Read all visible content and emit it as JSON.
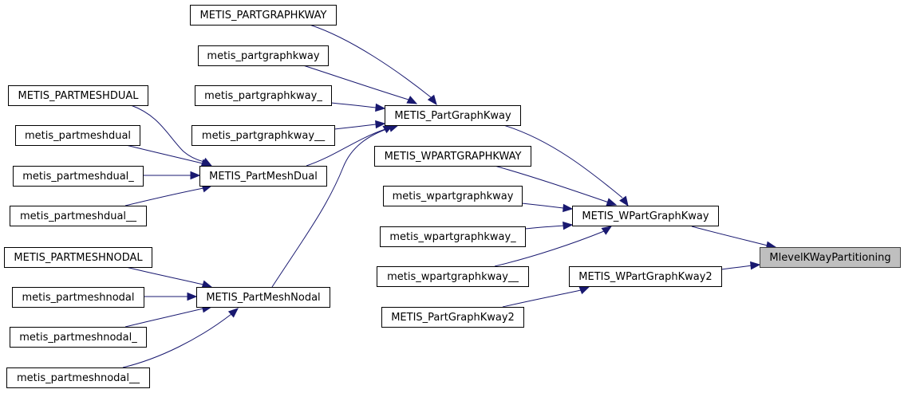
{
  "diagram": {
    "type": "caller-graph",
    "colors": {
      "edge": "#191970",
      "root_fill": "#bfbfbf",
      "node_fill": "#ffffff",
      "node_border": "#000000"
    },
    "root": "MlevelKWayPartitioning",
    "nodes": [
      {
        "id": "n_root",
        "label": "MlevelKWayPartitioning",
        "root": true
      },
      {
        "id": "n_wpgk",
        "label": "METIS_WPartGraphKway"
      },
      {
        "id": "n_wpgk2",
        "label": "METIS_WPartGraphKway2"
      },
      {
        "id": "n_pgk",
        "label": "METIS_PartGraphKway"
      },
      {
        "id": "n_WPGKU",
        "label": "METIS_WPARTGRAPHKWAY"
      },
      {
        "id": "n_wpgk_l",
        "label": "metis_wpartgraphkway"
      },
      {
        "id": "n_wpgk_l1",
        "label": "metis_wpartgraphkway_"
      },
      {
        "id": "n_wpgk_l2",
        "label": "metis_wpartgraphkway__"
      },
      {
        "id": "n_pgk2",
        "label": "METIS_PartGraphKway2"
      },
      {
        "id": "n_PGKU",
        "label": "METIS_PARTGRAPHKWAY"
      },
      {
        "id": "n_pgk_l",
        "label": "metis_partgraphkway"
      },
      {
        "id": "n_pgk_l1",
        "label": "metis_partgraphkway_"
      },
      {
        "id": "n_pgk_l2",
        "label": "metis_partgraphkway__"
      },
      {
        "id": "n_pmd",
        "label": "METIS_PartMeshDual"
      },
      {
        "id": "n_pmn",
        "label": "METIS_PartMeshNodal"
      },
      {
        "id": "n_PMDU",
        "label": "METIS_PARTMESHDUAL"
      },
      {
        "id": "n_pmd_l",
        "label": "metis_partmeshdual"
      },
      {
        "id": "n_pmd_l1",
        "label": "metis_partmeshdual_"
      },
      {
        "id": "n_pmd_l2",
        "label": "metis_partmeshdual__"
      },
      {
        "id": "n_PMNU",
        "label": "METIS_PARTMESHNODAL"
      },
      {
        "id": "n_pmn_l",
        "label": "metis_partmeshnodal"
      },
      {
        "id": "n_pmn_l1",
        "label": "metis_partmeshnodal_"
      },
      {
        "id": "n_pmn_l2",
        "label": "metis_partmeshnodal__"
      }
    ],
    "edges": [
      {
        "from": "METIS_WPartGraphKway",
        "to": "MlevelKWayPartitioning"
      },
      {
        "from": "METIS_WPartGraphKway2",
        "to": "MlevelKWayPartitioning"
      },
      {
        "from": "METIS_PartGraphKway",
        "to": "METIS_WPartGraphKway"
      },
      {
        "from": "METIS_WPARTGRAPHKWAY",
        "to": "METIS_WPartGraphKway"
      },
      {
        "from": "metis_wpartgraphkway",
        "to": "METIS_WPartGraphKway"
      },
      {
        "from": "metis_wpartgraphkway_",
        "to": "METIS_WPartGraphKway"
      },
      {
        "from": "metis_wpartgraphkway__",
        "to": "METIS_WPartGraphKway"
      },
      {
        "from": "METIS_PartGraphKway2",
        "to": "METIS_WPartGraphKway2"
      },
      {
        "from": "METIS_PARTGRAPHKWAY",
        "to": "METIS_PartGraphKway"
      },
      {
        "from": "metis_partgraphkway",
        "to": "METIS_PartGraphKway"
      },
      {
        "from": "metis_partgraphkway_",
        "to": "METIS_PartGraphKway"
      },
      {
        "from": "metis_partgraphkway__",
        "to": "METIS_PartGraphKway"
      },
      {
        "from": "METIS_PartMeshDual",
        "to": "METIS_PartGraphKway"
      },
      {
        "from": "METIS_PartMeshNodal",
        "to": "METIS_PartGraphKway"
      },
      {
        "from": "METIS_PARTMESHDUAL",
        "to": "METIS_PartMeshDual"
      },
      {
        "from": "metis_partmeshdual",
        "to": "METIS_PartMeshDual"
      },
      {
        "from": "metis_partmeshdual_",
        "to": "METIS_PartMeshDual"
      },
      {
        "from": "metis_partmeshdual__",
        "to": "METIS_PartMeshDual"
      },
      {
        "from": "METIS_PARTMESHNODAL",
        "to": "METIS_PartMeshNodal"
      },
      {
        "from": "metis_partmeshnodal",
        "to": "METIS_PartMeshNodal"
      },
      {
        "from": "metis_partmeshnodal_",
        "to": "METIS_PartMeshNodal"
      },
      {
        "from": "metis_partmeshnodal__",
        "to": "METIS_PartMeshNodal"
      }
    ]
  }
}
